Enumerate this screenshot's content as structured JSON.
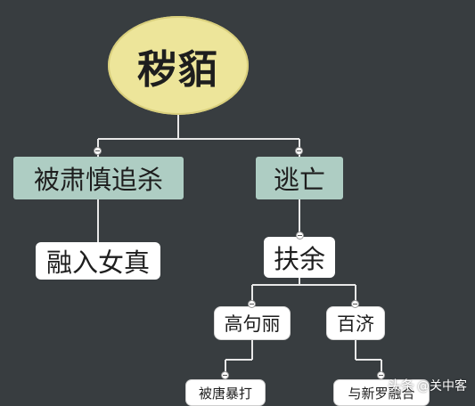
{
  "diagram": {
    "root": "秽貊",
    "branch_left": "被肃慎追杀",
    "branch_right": "逃亡",
    "left_child": "融入女真",
    "right_child": "扶余",
    "sub_left": "高句丽",
    "sub_right": "百济",
    "leaf_left": "被唐暴打",
    "leaf_right": "与新罗融合"
  },
  "watermark": {
    "logo_text": "头条",
    "handle": "@关中客"
  },
  "colors": {
    "background": "#383d40",
    "root_fill": "#ede59a",
    "branch_fill": "#aecdc3",
    "connector": "#e8e8e8"
  }
}
